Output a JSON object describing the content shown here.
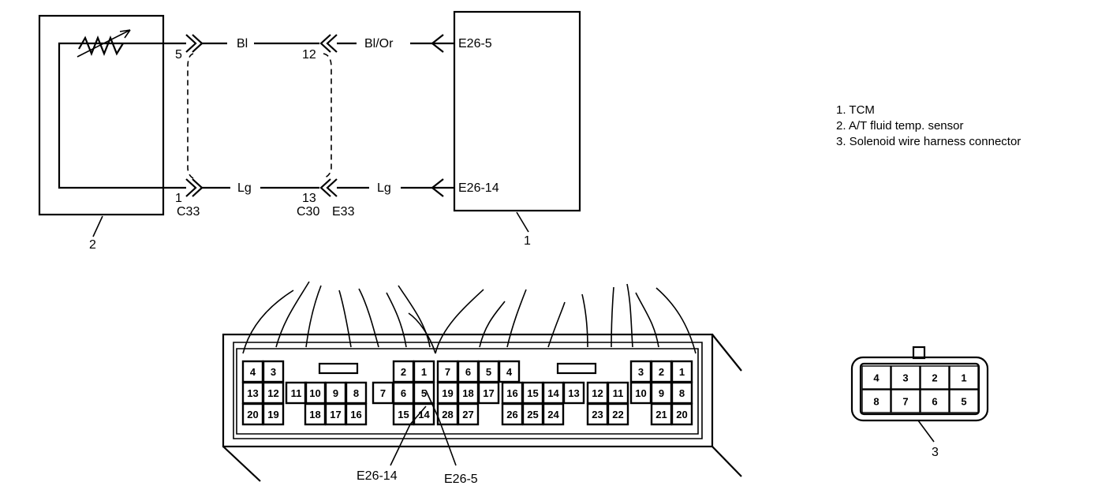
{
  "wiring": {
    "sensor_callout": "2",
    "tcm_callout": "1",
    "solenoid_callout": "3",
    "top_wire": {
      "sensor_pin": "5",
      "color_left": "Bl",
      "mid_pin": "12",
      "color_right": "Bl/Or",
      "tcm_terminal": "E26-5"
    },
    "bottom_wire": {
      "sensor_pin": "1",
      "connector_left": "C33",
      "color_left": "Lg",
      "mid_pin": "13",
      "connector_mid_a": "C30",
      "connector_mid_b": "E33",
      "color_right": "Lg",
      "tcm_terminal": "E26-14"
    }
  },
  "legend": [
    "1.  TCM",
    "2.  A/T fluid temp. sensor",
    "3.  Solenoid wire harness connector"
  ],
  "tcm_connector": {
    "pointer_left": "E26-14",
    "pointer_right": "E26-5",
    "blocks": [
      {
        "rows": [
          [
            "4",
            "3"
          ],
          [
            "13",
            "12"
          ],
          [
            "20",
            "19"
          ]
        ]
      },
      {
        "rows": [
          [
            "11"
          ]
        ]
      },
      {
        "rows": [
          [
            "10",
            "9",
            "8"
          ],
          [
            "18",
            "17",
            "16"
          ]
        ]
      },
      {
        "rows": [
          [
            "7"
          ]
        ]
      },
      {
        "rows": [
          [
            "2",
            "1"
          ],
          [
            "6",
            "5"
          ],
          [
            "15",
            "14"
          ]
        ]
      },
      {
        "rows": [
          [
            "7",
            "6",
            "5",
            "4"
          ],
          [
            "19",
            "18",
            "17"
          ],
          [
            "28",
            "27"
          ]
        ]
      },
      {
        "rows": [
          [
            "16",
            "15",
            "14",
            "13"
          ],
          [
            "26",
            "25",
            "24"
          ]
        ]
      },
      {
        "rows": [
          [
            "12",
            "11"
          ],
          [
            "23",
            "22"
          ]
        ]
      },
      {
        "rows": [
          [
            "3",
            "2",
            "1"
          ],
          [
            "10",
            "9",
            "8"
          ],
          [
            "21",
            "20"
          ]
        ]
      }
    ]
  },
  "solenoid_connector": {
    "top_row": [
      "4",
      "3",
      "2",
      "1"
    ],
    "bottom_row": [
      "8",
      "7",
      "6",
      "5"
    ]
  }
}
